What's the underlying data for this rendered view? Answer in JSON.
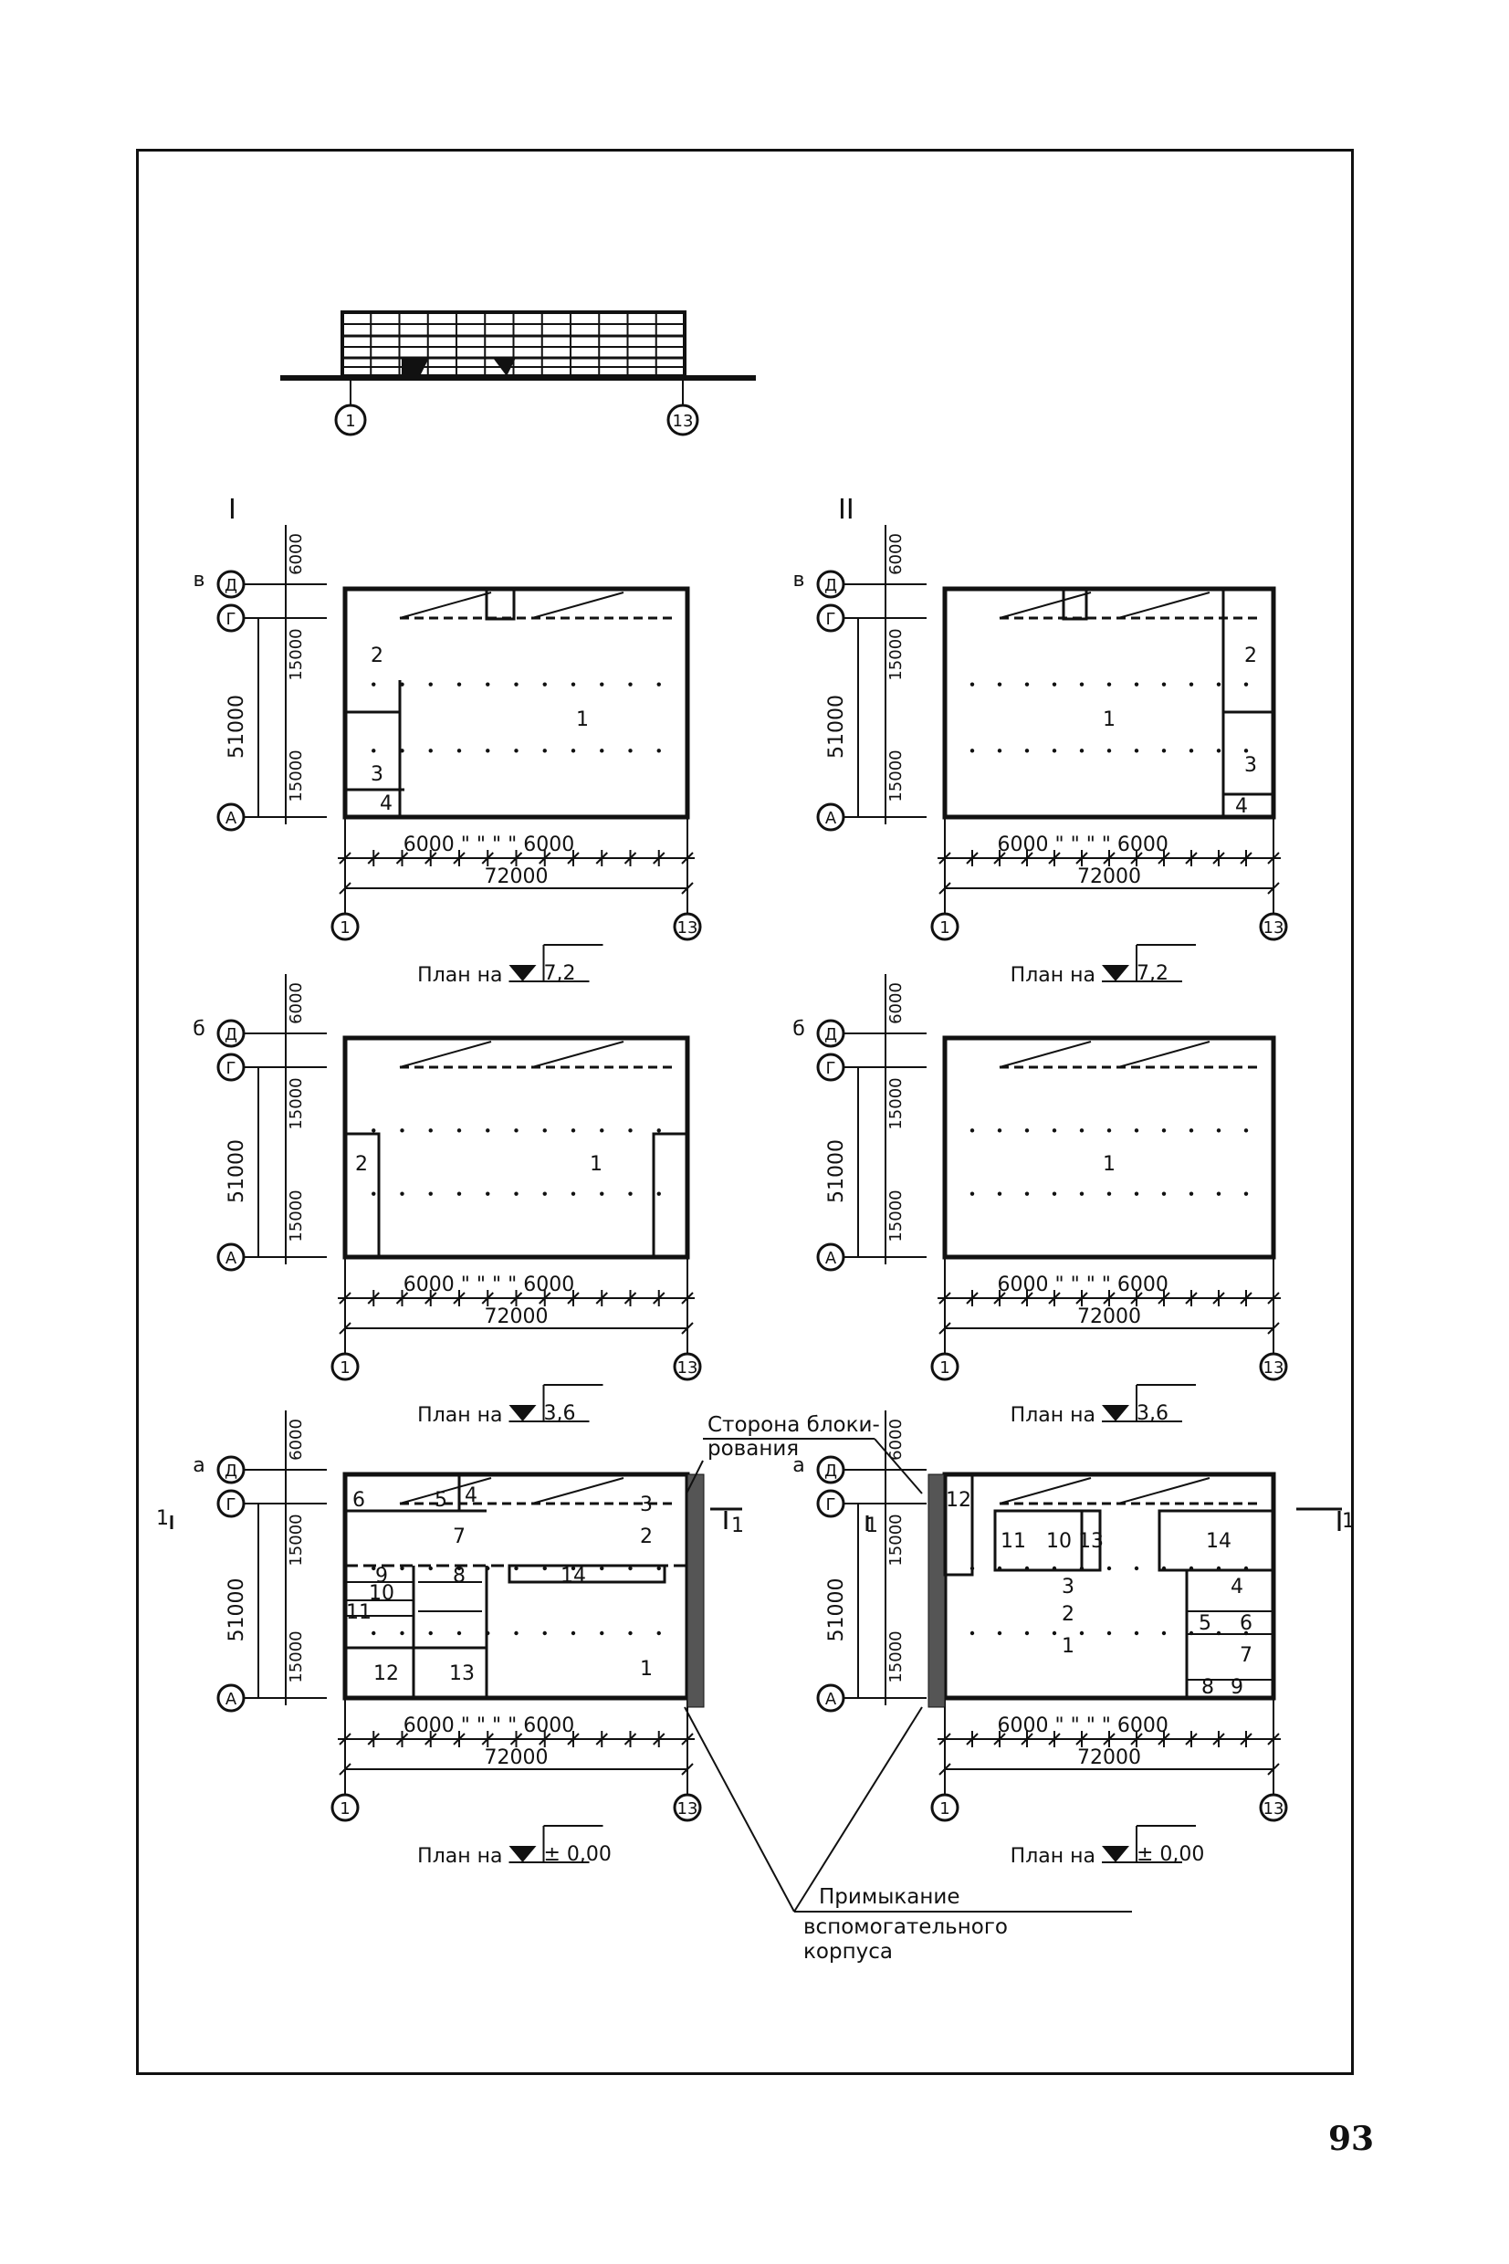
{
  "page_number": "93",
  "elevation": {
    "axis_left": "1",
    "axis_right": "13"
  },
  "columns": [
    {
      "roman": "I"
    },
    {
      "roman": "II"
    }
  ],
  "common": {
    "axis_rows": [
      "Д",
      "Г",
      "А"
    ],
    "dim_top": "6000",
    "dim_mid": "15000",
    "dim_low": "15000",
    "dim_total_height": "51000",
    "dim_spans": "6000 \" \" \" \" 6000",
    "dim_total_width": "72000",
    "axis_left": "1",
    "axis_right": "13"
  },
  "plans": [
    {
      "id": "I-v",
      "letter": "в",
      "caption_prefix": "План на",
      "level": "7,2",
      "rooms": [
        "2",
        "1",
        "3",
        "4"
      ]
    },
    {
      "id": "II-v",
      "letter": "в",
      "caption_prefix": "План на",
      "level": "7,2",
      "rooms": [
        "2",
        "1",
        "3",
        "4"
      ]
    },
    {
      "id": "I-b",
      "letter": "б",
      "caption_prefix": "План на",
      "level": "3,6",
      "rooms": [
        "2",
        "1"
      ]
    },
    {
      "id": "II-b",
      "letter": "б",
      "caption_prefix": "План на",
      "level": "3,6",
      "rooms": [
        "1"
      ]
    },
    {
      "id": "I-a",
      "letter": "а",
      "caption_prefix": "План на",
      "level": "± 0,00",
      "rooms": [
        "6",
        "5",
        "4",
        "3",
        "7",
        "2",
        "9",
        "8",
        "14",
        "10",
        "11",
        "12",
        "13",
        "1"
      ],
      "section_mark": "1"
    },
    {
      "id": "II-a",
      "letter": "а",
      "caption_prefix": "План на",
      "level": "± 0,00",
      "rooms": [
        "12",
        "11",
        "10",
        "13",
        "14",
        "3",
        "4",
        "2",
        "5",
        "6",
        "1",
        "7",
        "8",
        "9"
      ],
      "section_mark": "1"
    }
  ],
  "annotations": {
    "blocking_side": "Сторона блоки-\nрования",
    "adjoining": "Примыкание\nвспомогательного\nкорпуса"
  }
}
